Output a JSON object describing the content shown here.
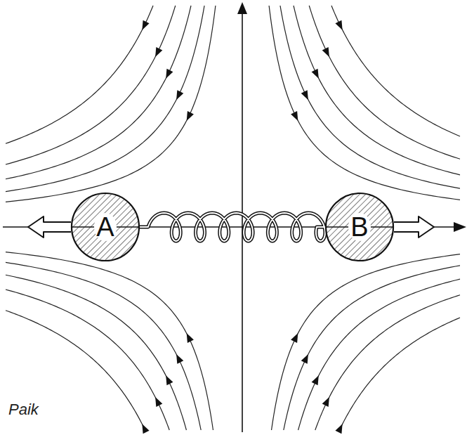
{
  "diagram": {
    "nodes": [
      {
        "text": [
          "A"
        ]
      },
      {
        "text": [
          "B"
        ]
      }
    ],
    "edges": [
      {
        "from": 0,
        "to": 1,
        "arrow": "none"
      }
    ],
    "labels": [
      "Paik"
    ]
  }
}
